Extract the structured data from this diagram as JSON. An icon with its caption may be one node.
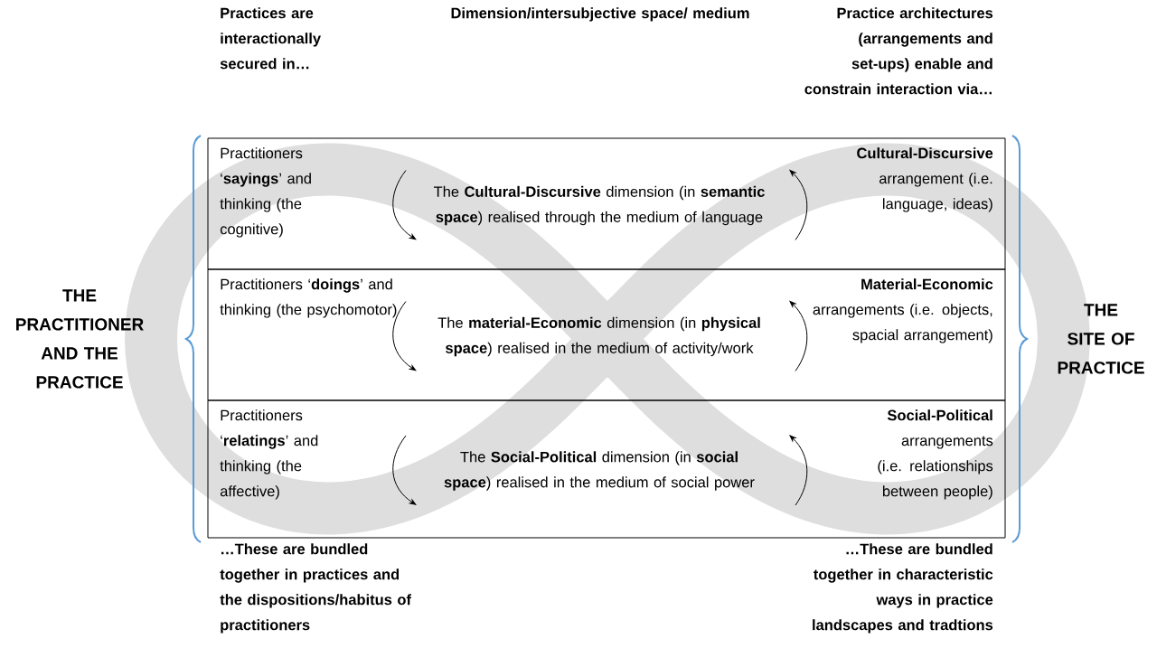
{
  "diagram": {
    "nodes": [
      {
        "text": [
          "Practitioners ‘**sayings**’ and thinking (the cognitive)",
          "The **Cultural-Discursive** dimension (in **semantic space**) realised through the medium of language",
          "**Cultural-Discursive** arrangement (i.e. language, ideas)"
        ]
      },
      {
        "text": [
          "Practitioners ‘**doings**’ and thinking (the psychomotor)",
          "The **material-Economic** dimension (in **physical space**) realised in the medium of activity/work",
          "**Material-Economic** arrangements (i.e. objects, spacial arrangement)"
        ]
      },
      {
        "text": [
          "Practitioners ‘**relatings**’ and thinking (the affective)",
          "The **Social-Political** dimension (in **social space**) realised in the medium of social power",
          "**Social-Political** arrangements (i.e. relationships between people)"
        ]
      }
    ],
    "labels": [
      "Practices are interactionally secured in…",
      "Dimension/intersubjective space/ medium",
      "Practice architectures (arrangements and set-ups) enable and constrain interaction via…",
      "THE PRACTITIONER AND THE PRACTICE",
      "THE SITE OF PRACTICE",
      "…These are bundled together in practices and the dispositions/habitus of practitioners",
      "…These are bundled together in characteristic ways in practice landscapes and tradtions"
    ]
  }
}
